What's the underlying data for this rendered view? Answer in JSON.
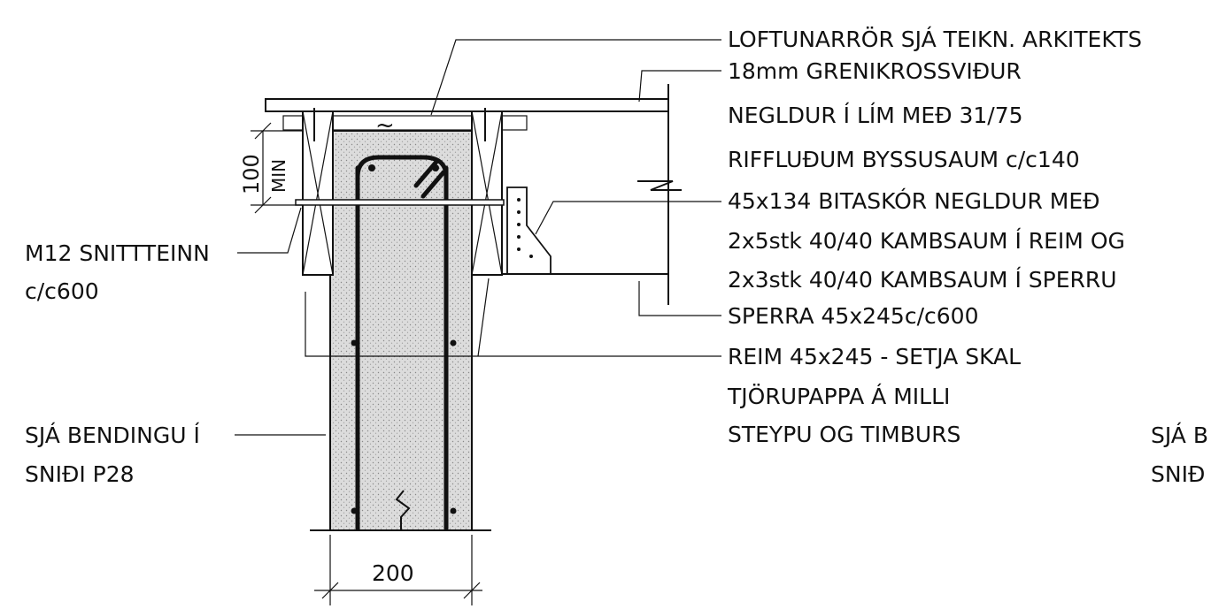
{
  "colors": {
    "ink": "#111111",
    "concrete": "#d9d9d9",
    "paper": "#ffffff"
  },
  "labels": {
    "right": [
      "LOFTUNARRÖR SJÁ TEIKN. ARKITEKTS",
      "18mm GRENIKROSSVIÐUR",
      "NEGLDUR Í LÍM MEÐ 31/75",
      "RIFFLUÐUM BYSSUSAUM c/c140",
      "45x134 BITASKÓR NEGLDUR MEÐ",
      "2x5stk 40/40 KAMBSAUM Í REIM OG",
      "2x3stk 40/40 KAMBSAUM Í SPERRU",
      "SPERRA 45x245c/c600",
      "REIM 45x245 - SETJA SKAL",
      "TJÖRUPAPPA Á MILLI",
      "STEYPU OG TIMBURS"
    ],
    "left": [
      "M12 SNITTTEINN",
      "c/c600",
      "SJÁ BENDINGU Í",
      "SNIÐI P28"
    ],
    "cut_off": [
      "SJÁ B",
      "SNIÐ"
    ]
  },
  "dimensions": {
    "width": "200",
    "min_height_value": "100",
    "min_height_unit": "MIN"
  },
  "symbols": {
    "tilde": "~"
  }
}
